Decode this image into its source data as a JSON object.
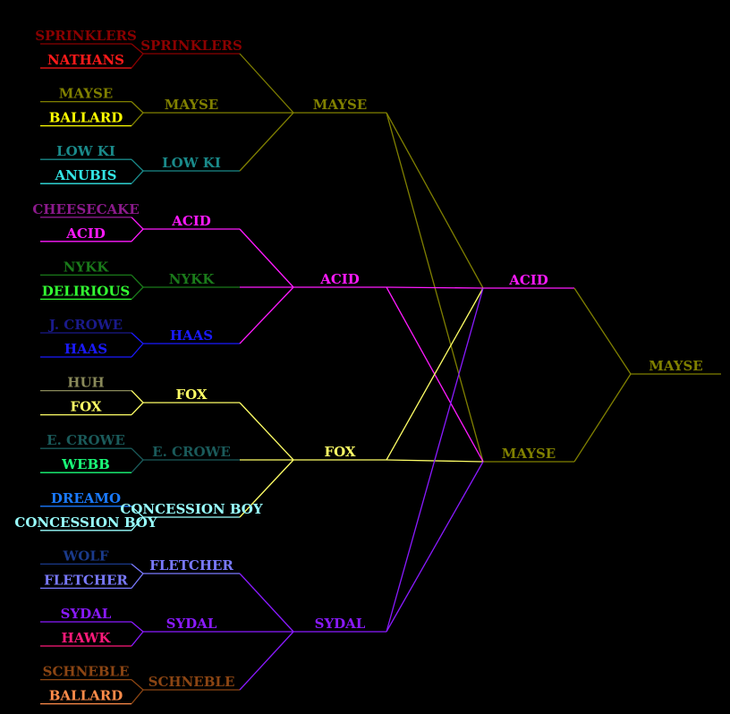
{
  "rounds": [
    {
      "name": "round-1",
      "entries": [
        {
          "label": "SPRINKLERS",
          "color": "#8b0000"
        },
        {
          "label": "NATHANS",
          "color": "#ff1a1a"
        },
        {
          "label": "MAYSE",
          "color": "#808000"
        },
        {
          "label": "BALLARD",
          "color": "#ffff00"
        },
        {
          "label": "LOW KI",
          "color": "#1a8a8a"
        },
        {
          "label": "ANUBIS",
          "color": "#33e6e6"
        },
        {
          "label": "CHEESECAKE",
          "color": "#8b1a8b"
        },
        {
          "label": "ACID",
          "color": "#ff1aff"
        },
        {
          "label": "NYKK",
          "color": "#1a7a1a"
        },
        {
          "label": "DELIRIOUS",
          "color": "#33ff33"
        },
        {
          "label": "J. CROWE",
          "color": "#1a1a8b"
        },
        {
          "label": "HAAS",
          "color": "#1a1aff"
        },
        {
          "label": "HUH",
          "color": "#8a8a5a"
        },
        {
          "label": "FOX",
          "color": "#ffff66"
        },
        {
          "label": "E. CROWE",
          "color": "#1a5a5a"
        },
        {
          "label": "WEBB",
          "color": "#1aff7a"
        },
        {
          "label": "DREAMO",
          "color": "#1a7aff"
        },
        {
          "label": "CONCESSION BOY",
          "color": "#99ffff"
        },
        {
          "label": "WOLF",
          "color": "#1a3a8a"
        },
        {
          "label": "FLETCHER",
          "color": "#7a7aff"
        },
        {
          "label": "SYDAL",
          "color": "#8a1aff"
        },
        {
          "label": "HAWK",
          "color": "#ff1a7a"
        },
        {
          "label": "SCHNEBLE",
          "color": "#8b4513"
        },
        {
          "label": "BALLARD",
          "color": "#ff8c4a"
        }
      ]
    },
    {
      "name": "round-2",
      "entries": [
        {
          "label": "SPRINKLERS",
          "color": "#8b0000"
        },
        {
          "label": "MAYSE",
          "color": "#808000"
        },
        {
          "label": "LOW KI",
          "color": "#1a8a8a"
        },
        {
          "label": "ACID",
          "color": "#ff1aff"
        },
        {
          "label": "NYKK",
          "color": "#1a7a1a"
        },
        {
          "label": "HAAS",
          "color": "#1a1aff"
        },
        {
          "label": "FOX",
          "color": "#ffff66"
        },
        {
          "label": "E. CROWE",
          "color": "#1a5a5a"
        },
        {
          "label": "CONCESSION BOY",
          "color": "#99ffff"
        },
        {
          "label": "FLETCHER",
          "color": "#7a7aff"
        },
        {
          "label": "SYDAL",
          "color": "#8a1aff"
        },
        {
          "label": "SCHNEBLE",
          "color": "#8b4513"
        }
      ]
    },
    {
      "name": "round-3",
      "entries": [
        {
          "label": "MAYSE",
          "color": "#808000"
        },
        {
          "label": "ACID",
          "color": "#ff1aff"
        },
        {
          "label": "FOX",
          "color": "#ffff66"
        },
        {
          "label": "SYDAL",
          "color": "#8a1aff"
        }
      ]
    },
    {
      "name": "round-4",
      "entries": [
        {
          "label": "ACID",
          "color": "#ff1aff"
        },
        {
          "label": "MAYSE",
          "color": "#808000"
        }
      ]
    },
    {
      "name": "final",
      "entries": [
        {
          "label": "MAYSE",
          "color": "#808000"
        }
      ]
    }
  ]
}
